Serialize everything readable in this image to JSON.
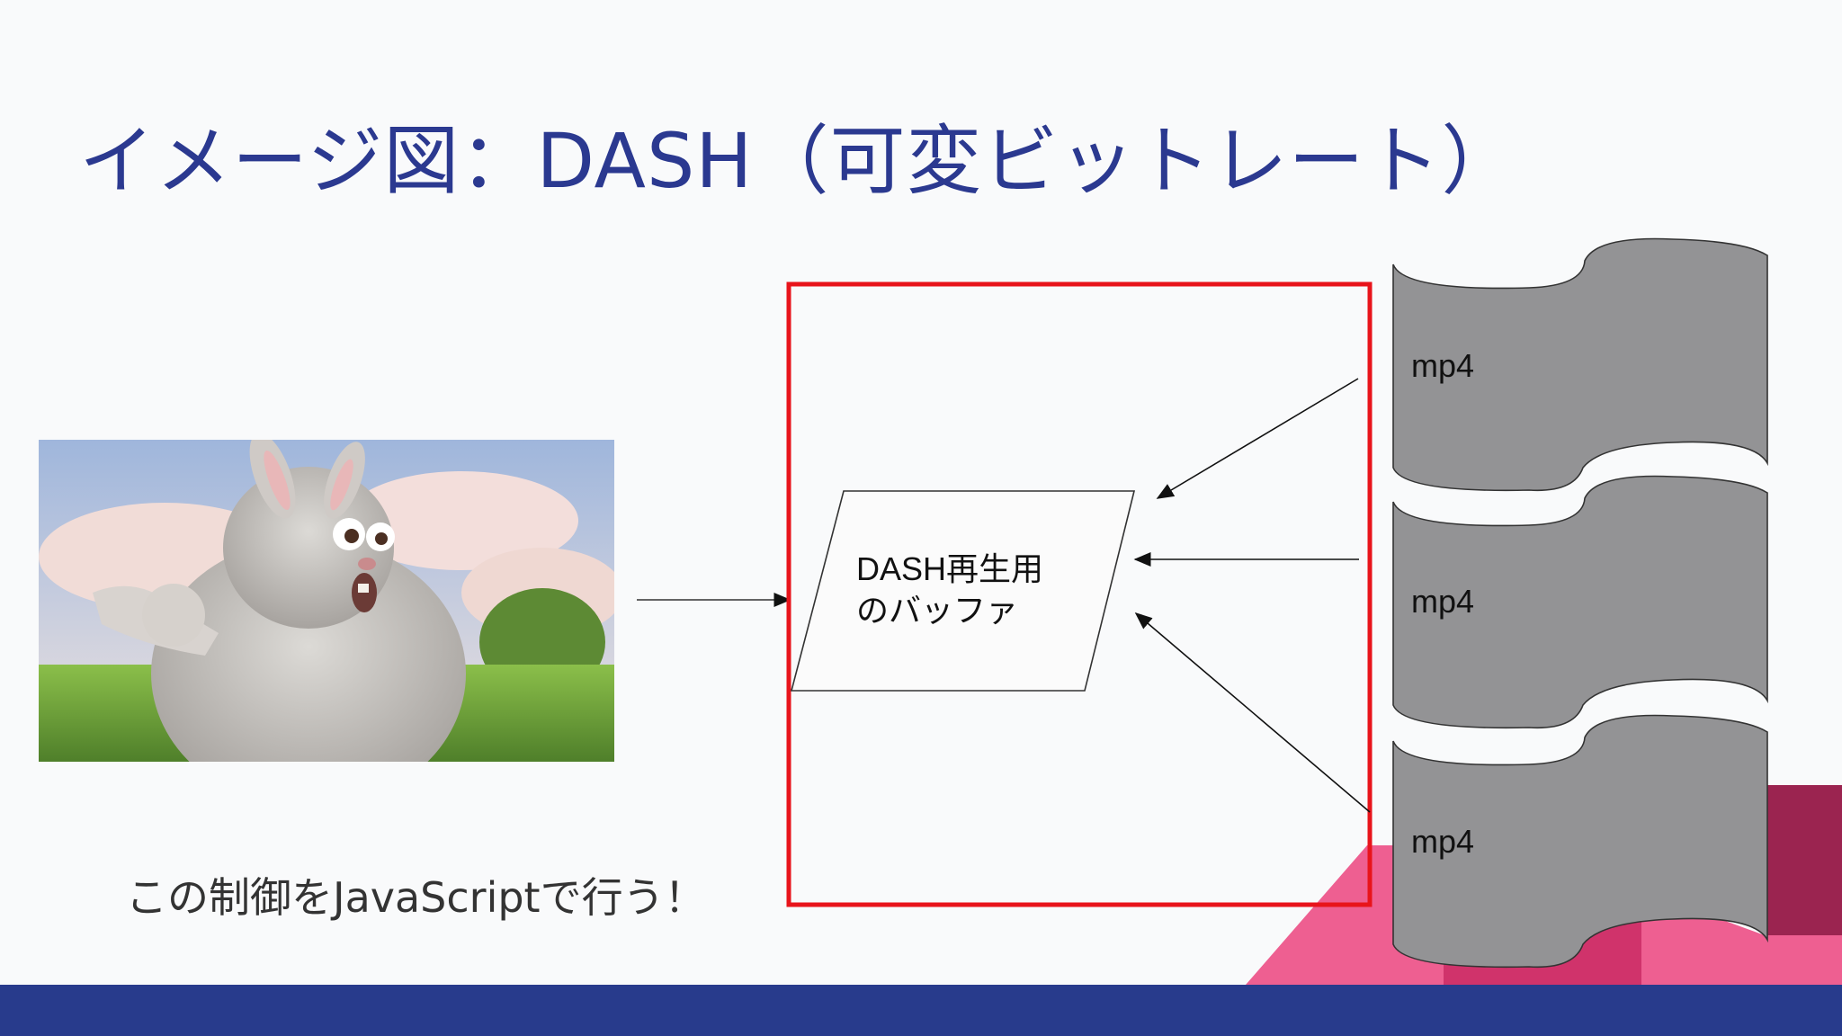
{
  "slide": {
    "title": "イメージ図：DASH（可変ビットレート）",
    "caption": "この制御をJavaScriptで行う！"
  },
  "diagram": {
    "buffer_label": "DASH再生用\nのバッファ",
    "files": [
      {
        "label": "mp4"
      },
      {
        "label": "mp4"
      },
      {
        "label": "mp4"
      }
    ]
  },
  "colors": {
    "title": "#2b3990",
    "highlight_box": "#e8141b",
    "file_fill": "#939395",
    "footer": "#283b8c",
    "accent_pink": "#ee5f91",
    "accent_crimson": "#d0336b",
    "accent_maroon": "#9b2450"
  },
  "icons": {
    "video_thumbnail": "video-frame-rabbit-icon"
  }
}
